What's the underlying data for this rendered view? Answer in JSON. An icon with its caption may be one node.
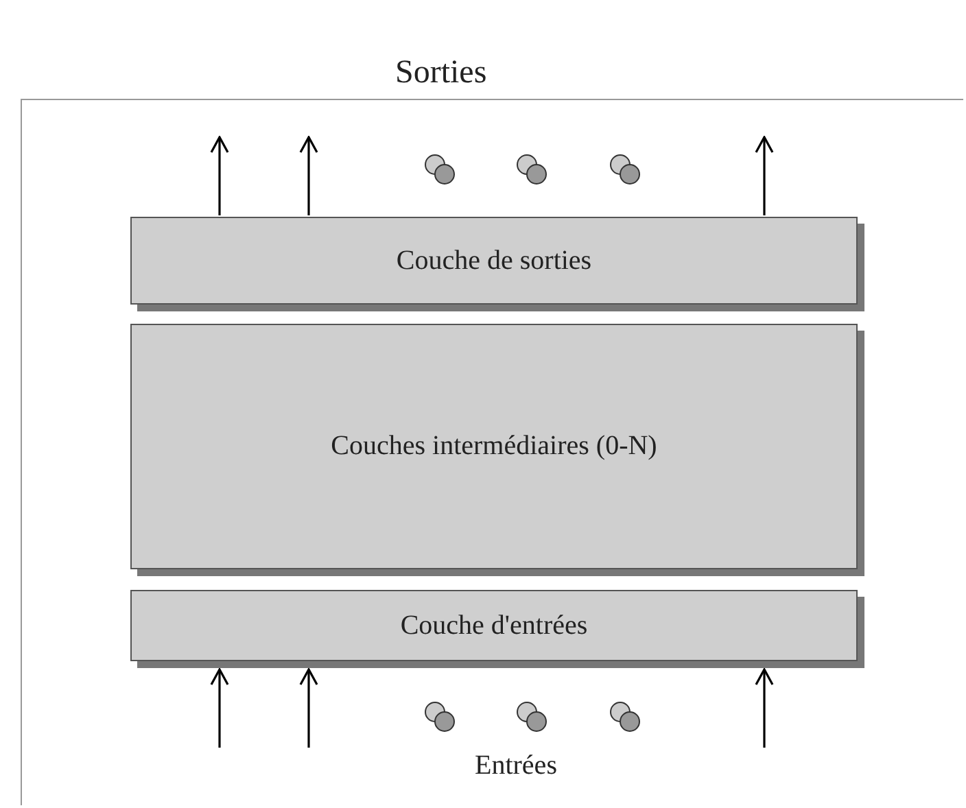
{
  "diagram": {
    "nodes": [
      {
        "text": [
          "Couche de sorties"
        ]
      },
      {
        "text": [
          "Couches intermédiaires (0-N)"
        ]
      },
      {
        "text": [
          "Couche d'entrées"
        ]
      }
    ],
    "edges": [
      {
        "from": 0,
        "to": null,
        "arrow": "to"
      },
      {
        "from": 0,
        "to": null,
        "arrow": "to"
      },
      {
        "from": 0,
        "to": null,
        "arrow": "to"
      },
      {
        "from": null,
        "to": 2,
        "arrow": "to"
      },
      {
        "from": null,
        "to": 2,
        "arrow": "to"
      },
      {
        "from": null,
        "to": 2,
        "arrow": "to"
      }
    ],
    "labels": [
      "Sorties",
      "Entrées"
    ]
  }
}
